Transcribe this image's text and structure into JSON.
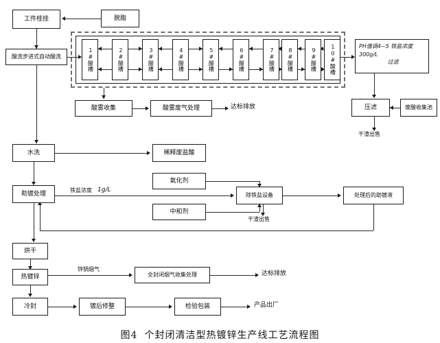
{
  "figure": {
    "caption_number": "图4",
    "caption_text": "个封闭清洁型热镀锌生产线工艺流程图"
  },
  "nodes": {
    "hanging": "工件桂挂",
    "degrease": "脱脂",
    "auto_pickling": "酸洗步进式自动酸洗",
    "acid_mist_collect": "酸雾收集",
    "acid_mist_treat": "酸雾废气处理",
    "discharge_std_top": "达标排放",
    "ph_control_l1": "PH值调4~5",
    "ph_control_l2": "铁盐浓度 300g/L",
    "ph_control_l3": "过滤",
    "filter_press": "压滤",
    "waste_acid_pool": "废酸收集池",
    "dry_slag_sale_top": "干渣出售",
    "water_rinse": "水洗",
    "dilute_waste_acid": "稀释废盐酸",
    "flux_treat": "助镀处理",
    "oxidant": "氧化剂",
    "neutralizer": "中和剂",
    "iron_removal": "除铁盐设备",
    "treated_flux": "处理后的助镀液",
    "dry_slag_sale_mid": "干渣出售",
    "drying": "烘干",
    "hot_dip_galv": "热镀锌",
    "fume_collect": "全封闭烟气收集处理",
    "discharge_std_bottom": "达标排放",
    "cooling": "冷封",
    "post_plating_trim": "镀后修整",
    "inspect_pack": "检验包装",
    "product_out": "产品出厂"
  },
  "edge_labels": {
    "iron_conc_flux": "铁盐浓度",
    "iron_conc_flux_value": "1g/L",
    "zinc_pot_fume": "锌锅烟气"
  },
  "acid_tanks": [
    {
      "index": "1#",
      "label": "酸槽"
    },
    {
      "index": "2#",
      "label": "酸槽"
    },
    {
      "index": "3#",
      "label": "酸槽"
    },
    {
      "index": "4#",
      "label": "酸槽"
    },
    {
      "index": "5#",
      "label": "酸槽"
    },
    {
      "index": "6#",
      "label": "酸槽"
    },
    {
      "index": "7#",
      "label": "酸槽"
    },
    {
      "index": "8#",
      "label": "酸槽"
    },
    {
      "index": "9#",
      "label": "酸槽"
    },
    {
      "index": "10#",
      "label": "酸槽"
    }
  ],
  "colors": {
    "line": "#2a2a2a",
    "box_border": "#1b1b1b",
    "dashed_border": "#6e6e6e",
    "text": "#111111",
    "background": "#ffffff"
  }
}
